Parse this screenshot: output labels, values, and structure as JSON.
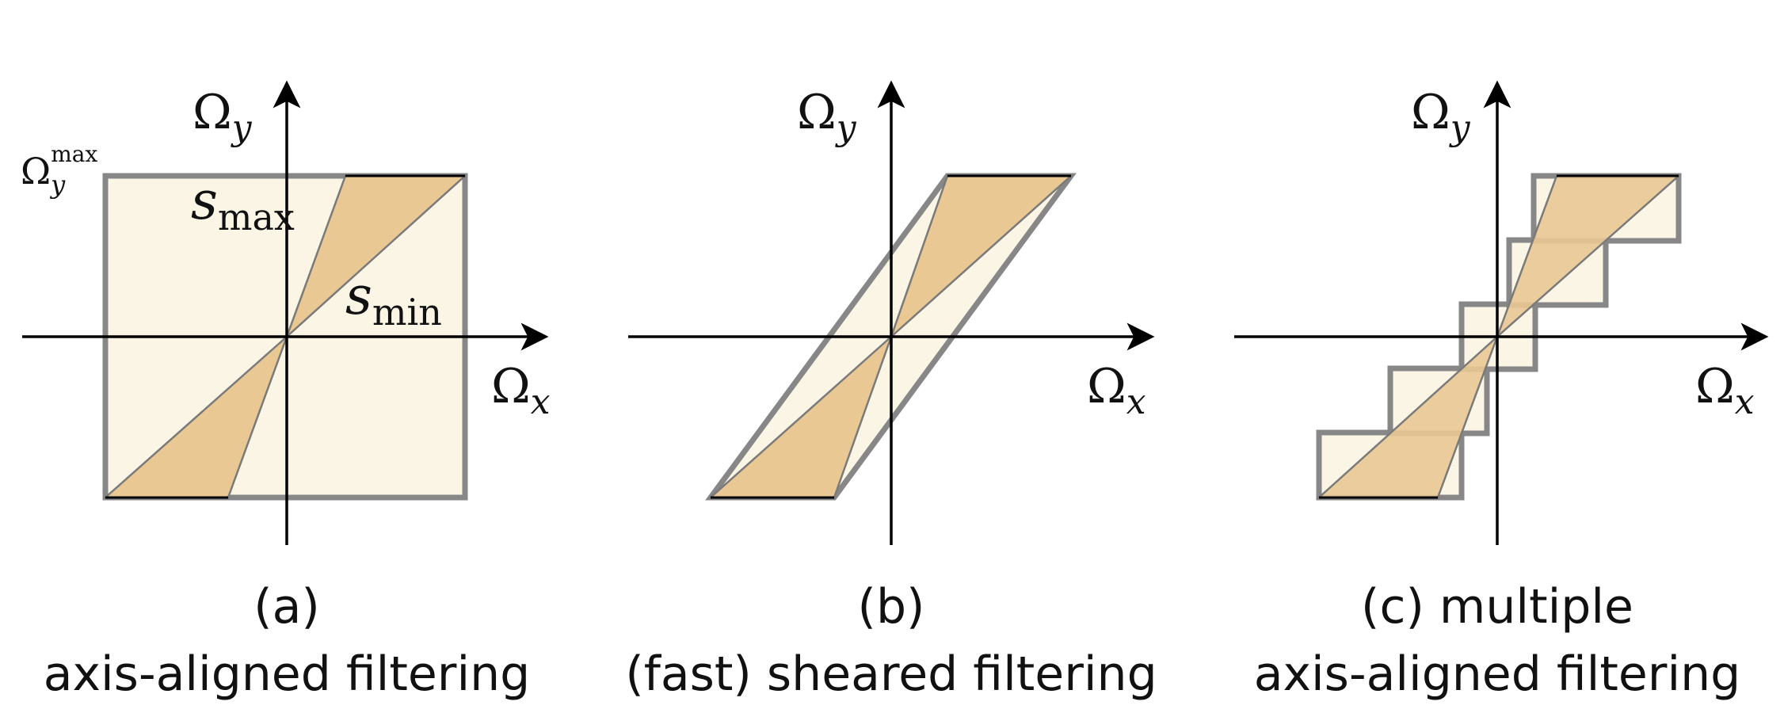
{
  "colors": {
    "light_fill": "#faf5e4",
    "dark_fill": "#e9c894",
    "box_stroke": "#878787",
    "axis": "#000000"
  },
  "labels": {
    "omega": "Ω",
    "y_sub": "y",
    "x_sub": "x",
    "max_sup": "max",
    "s": "s",
    "max_sub": "max",
    "min_sub": "min"
  },
  "panels": [
    {
      "caption_line1": "(a)",
      "caption_line2": "axis-aligned filtering"
    },
    {
      "caption_line1": "(b)",
      "caption_line2": "(fast) sheared filtering"
    },
    {
      "caption_line1": "(c) multiple",
      "caption_line2": "axis-aligned filtering"
    }
  ]
}
